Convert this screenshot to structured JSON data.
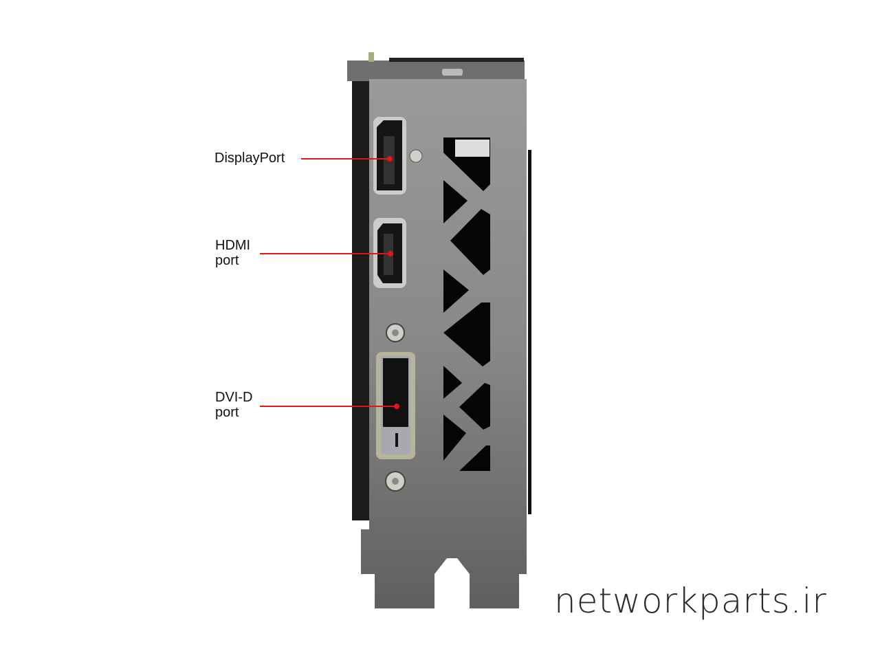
{
  "callouts": {
    "displayport": "DisplayPort",
    "hdmi": [
      "HDMI",
      "port"
    ],
    "dvi": [
      "DVI-D",
      "port"
    ]
  },
  "watermark": "networkparts.ir",
  "colors": {
    "callout_line": "#e0161b",
    "bracket": "#8c8c8c"
  }
}
